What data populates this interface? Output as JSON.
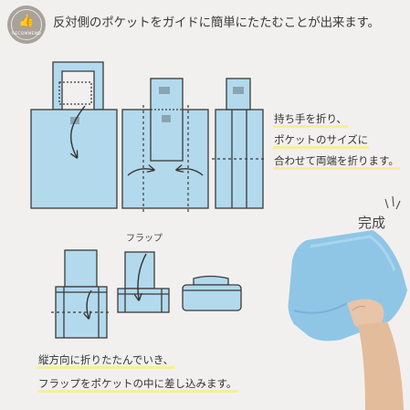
{
  "badge": {
    "icon": "thumbs-up-icon",
    "label": "RECOMMEND"
  },
  "title": "反対側のポケットをガイドに簡単にたたむことが出来ます。",
  "step1_notes": [
    "持ち手を折り、",
    "ポケットのサイズに",
    "合わせて両端を折ります。"
  ],
  "flap_label": "フラップ",
  "step2_notes": [
    "縦方向に折りたたんでいき、",
    "フラップをポケットの中に差し込みます。"
  ],
  "done_label": "完成",
  "colors": {
    "background": "#f2f0ef",
    "bag_fill": "#b3d9ec",
    "bag_stroke": "#3a3a3a",
    "highlight": "#f6ee9a",
    "badge": "#a9a29b",
    "product": "#8fc6e6"
  }
}
